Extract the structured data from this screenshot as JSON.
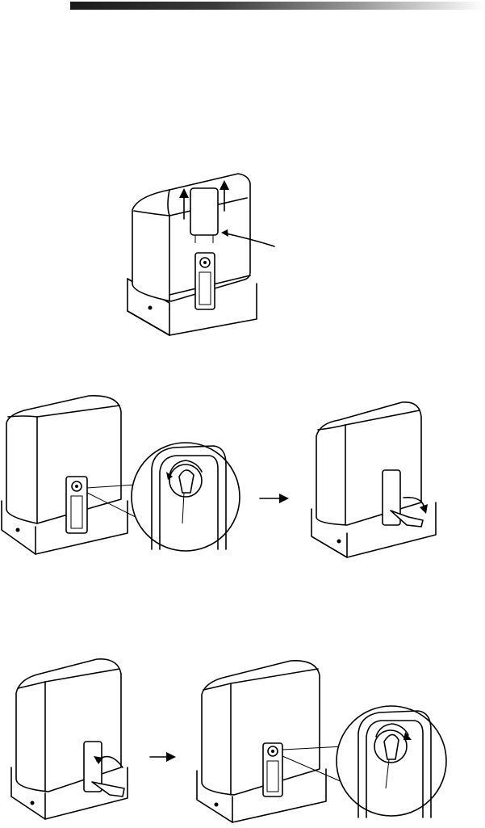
{
  "header": {
    "bar_colors": [
      "#1a1a1a",
      "#ffffff"
    ]
  },
  "figures": [
    {
      "id": "step-1",
      "icon": "remove-cover-arrows"
    },
    {
      "id": "step-2",
      "icon": "unlock-release-lever"
    },
    {
      "id": "step-3",
      "icon": "lock-release-lever"
    }
  ]
}
